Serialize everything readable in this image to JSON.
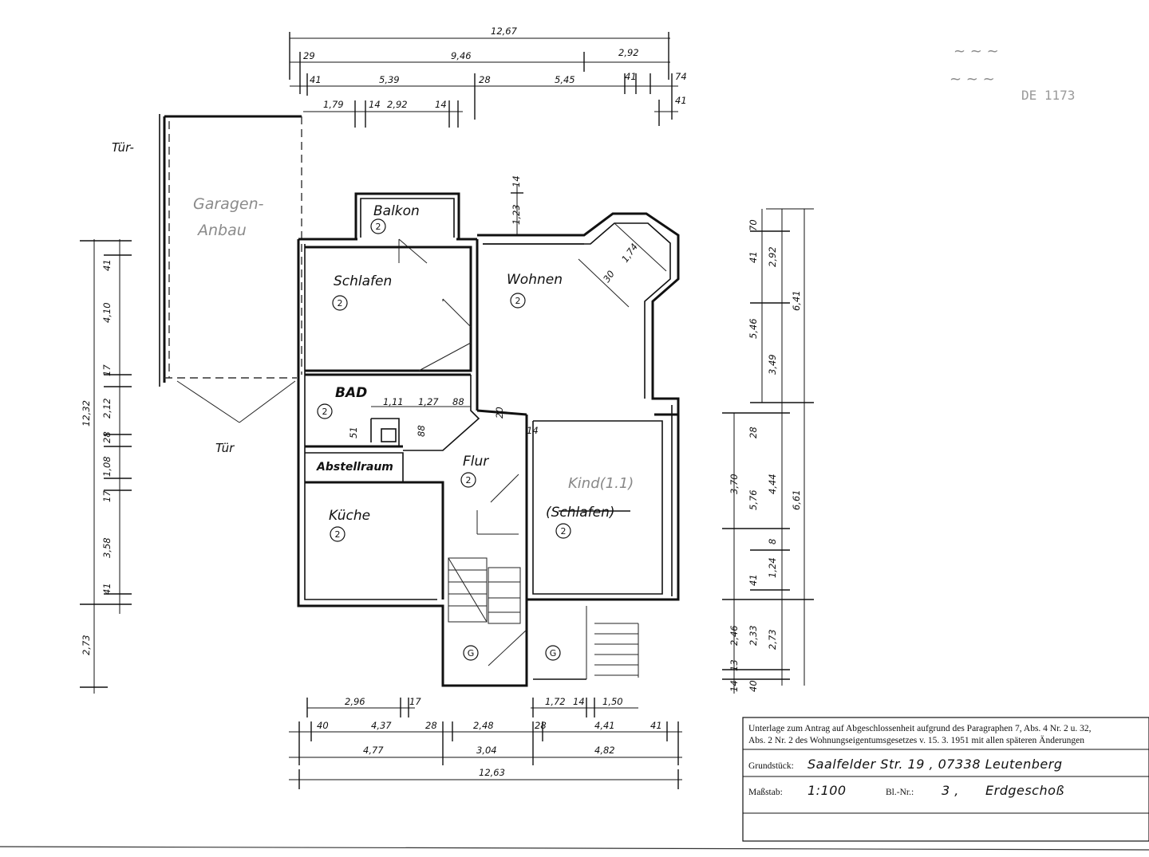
{
  "rooms": {
    "balkon": "Balkon",
    "schlafen": "Schlafen",
    "wohnen": "Wohnen",
    "bad": "BAD",
    "abstellraum": "Abstellraum",
    "flur": "Flur",
    "kueche": "Küche",
    "kind": "Kind(1.1)",
    "kind_struck": "(Schlafen)",
    "garage_line1": "Garagen-",
    "garage_line2": "Anbau",
    "tuer_top": "Tür-",
    "tuer_bottom": "Tür"
  },
  "markers": {
    "two": "2",
    "g": "G"
  },
  "dims": {
    "top_total": "12,67",
    "top_a": "29",
    "top_b": "9,46",
    "top_c": "2,92",
    "top2_a": "41",
    "top2_b": "5,39",
    "top2_c": "28",
    "top2_d": "5,45",
    "top2_e": "41",
    "top2_f": "74",
    "top2_g": "41",
    "top3_a": "1,79",
    "top3_b": "14",
    "top3_c": "2,92",
    "top3_d": "14",
    "balkon_14": "14",
    "balkon_123": "1,23",
    "bay_174": "1,74",
    "bay_30": "30",
    "bad_111": "1,11",
    "bad_127": "1,27",
    "bad_88a": "88",
    "bad_51": "51",
    "bad_88b": "88",
    "flur_20": "20",
    "flur_14": "14",
    "left_total": "12,32",
    "left_41a": "41",
    "left_410": "4,10",
    "left_17a": "17",
    "left_212": "2,12",
    "left_28": "28",
    "left_108": "1,08",
    "left_17b": "17",
    "left_358": "3,58",
    "left_41b": "41",
    "left_273": "2,73",
    "right_70": "70",
    "right_41a": "41",
    "right_292": "2,92",
    "right_546": "5,46",
    "right_641": "6,41",
    "right_349": "3,49",
    "right_28": "28",
    "right_370": "3,70",
    "right_576": "5,76",
    "right_444": "4,44",
    "right_661": "6,61",
    "right_8": "8",
    "right_41b": "41",
    "right_124": "1,24",
    "right_246": "2,46",
    "right_233": "2,33",
    "right_273": "2,73",
    "right_13": "13",
    "right_14": "14",
    "right_40": "40",
    "bot1_296": "2,96",
    "bot1_17": "17",
    "bot1_172": "1,72",
    "bot1_14": "14",
    "bot1_150": "1,50",
    "bot2_40": "40",
    "bot2_437": "4,37",
    "bot2_28a": "28",
    "bot2_248": "2,48",
    "bot2_28b": "28",
    "bot2_441": "4,41",
    "bot2_41": "41",
    "bot3_477": "4,77",
    "bot3_304": "3,04",
    "bot3_482": "4,82",
    "bot4_1263": "12,63"
  },
  "stamp": "DE 1173",
  "titleblock": {
    "line1": "Unterlage zum Antrag auf Abgeschlossenheit aufgrund des Paragraphen 7, Abs. 4 Nr. 2 u. 32,",
    "line2": "Abs. 2 Nr. 2 des Wohnungseigentumsgesetzes v. 15. 3. 1951 mit allen späteren Änderungen",
    "grundstueck_label": "Grundstück:",
    "grundstueck_value": "Saalfelder Str. 19 , 07338 Leutenberg",
    "massstab_label": "Maßstab:",
    "massstab_value": "1:100",
    "blnr_label": "Bl.-Nr.:",
    "blnr_value": "3 ,",
    "geschoss_value": "Erdgeschoß"
  }
}
